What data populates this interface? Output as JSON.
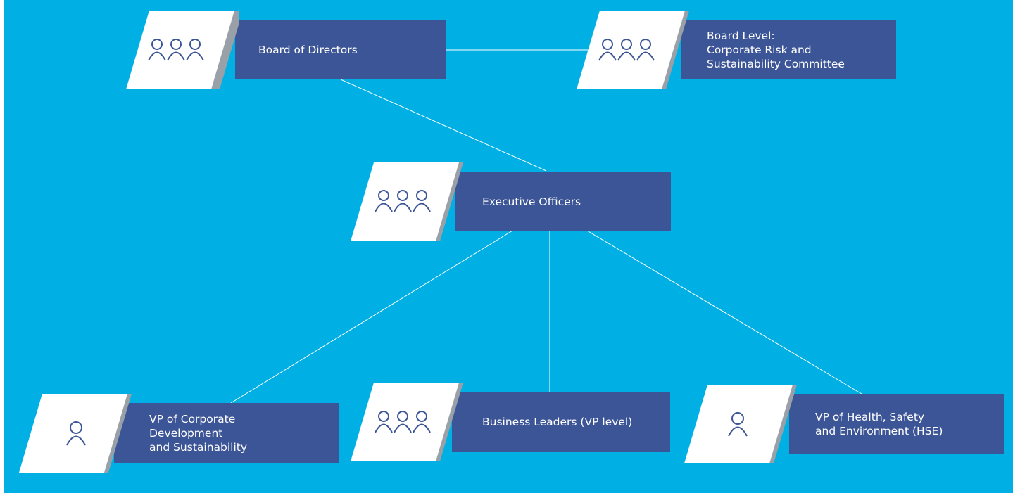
{
  "colors": {
    "background": "#00b0e4",
    "box": "#3c5596",
    "card": "#ffffff",
    "card_shadow": "#9aa0a8",
    "icon_stroke": "#3c5596",
    "connector": "#ffffff"
  },
  "nodes": {
    "board": {
      "label": "Board of Directors",
      "icon": "group-icon"
    },
    "committee": {
      "label": "Board Level:\nCorporate Risk and\nSustainability Committee",
      "icon": "group-icon"
    },
    "executive": {
      "label": "Executive Officers",
      "icon": "group-icon"
    },
    "vp_corporate": {
      "label": "VP of Corporate\nDevelopment\nand Sustainability",
      "icon": "person-icon"
    },
    "business_leaders": {
      "label": "Business Leaders (VP level)",
      "icon": "group-icon"
    },
    "vp_hse": {
      "label": "VP of Health, Safety\nand Environment (HSE)",
      "icon": "person-icon"
    }
  }
}
